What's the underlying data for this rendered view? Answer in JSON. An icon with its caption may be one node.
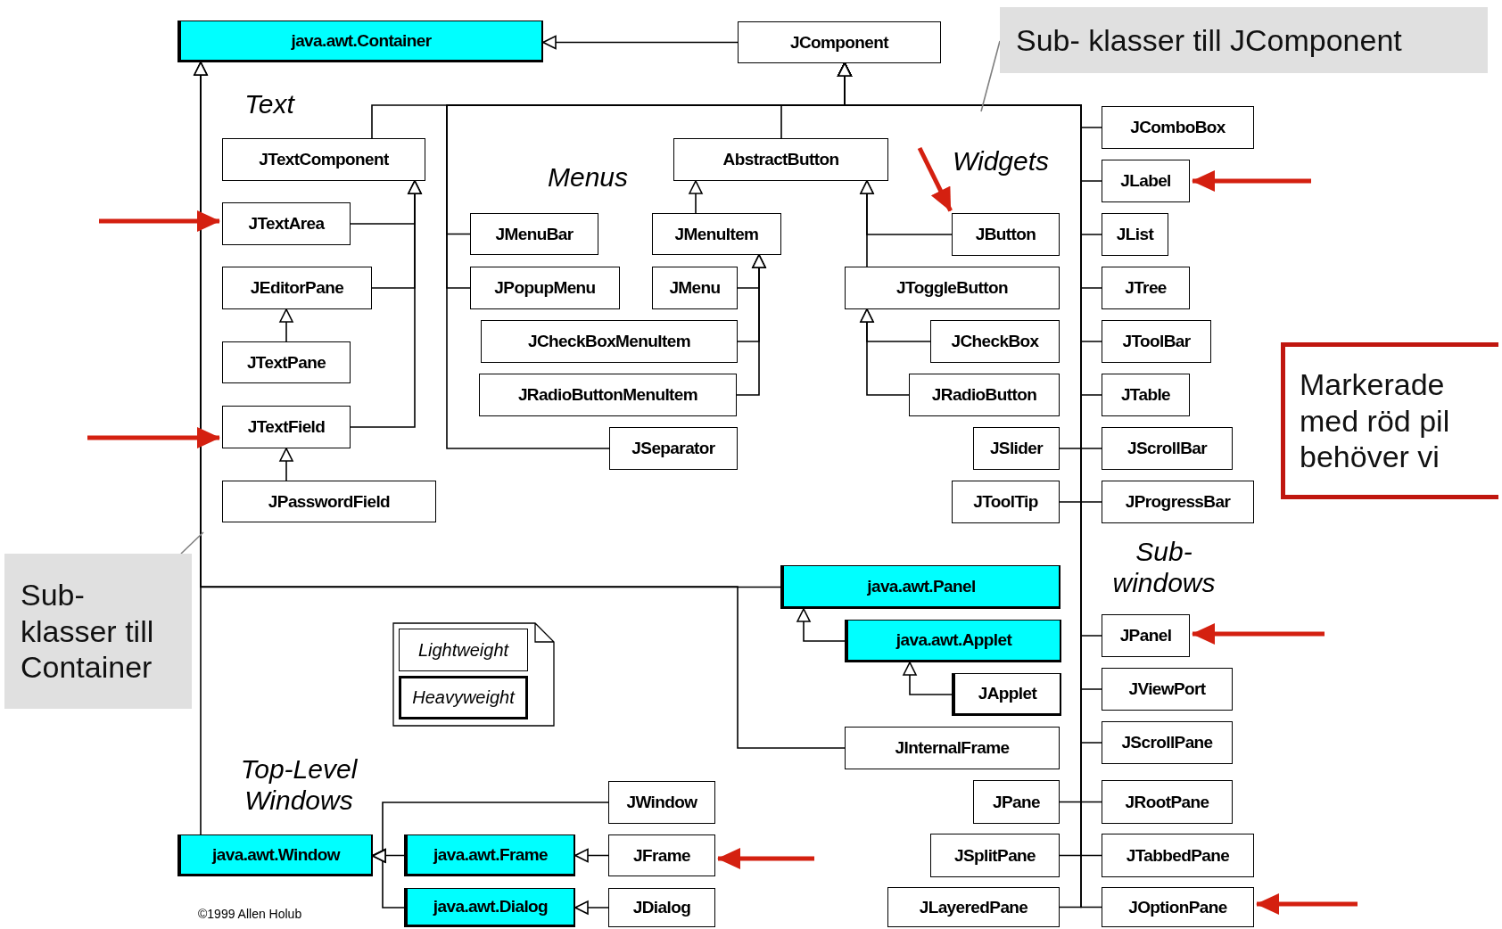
{
  "diagram": {
    "nodes": [
      {
        "text": [
          "java.awt.Container"
        ]
      },
      {
        "text": [
          "JComponent"
        ]
      },
      {
        "text": [
          "Sub- klasser till JComponent"
        ]
      },
      {
        "text": [
          "JTextComponent"
        ]
      },
      {
        "text": [
          "JTextArea"
        ]
      },
      {
        "text": [
          "JEditorPane"
        ]
      },
      {
        "text": [
          "JTextPane"
        ]
      },
      {
        "text": [
          "JTextField"
        ]
      },
      {
        "text": [
          "JPasswordField"
        ]
      },
      {
        "text": [
          "JMenuBar"
        ]
      },
      {
        "text": [
          "JPopupMenu"
        ]
      },
      {
        "text": [
          "JCheckBoxMenuItem"
        ]
      },
      {
        "text": [
          "JRadioButtonMenuItem"
        ]
      },
      {
        "text": [
          "JSeparator"
        ]
      },
      {
        "text": [
          "AbstractButton"
        ]
      },
      {
        "text": [
          "JMenuItem"
        ]
      },
      {
        "text": [
          "JMenu"
        ]
      },
      {
        "text": [
          "JButton"
        ]
      },
      {
        "text": [
          "JToggleButton"
        ]
      },
      {
        "text": [
          "JCheckBox"
        ]
      },
      {
        "text": [
          "JRadioButton"
        ]
      },
      {
        "text": [
          "JSlider"
        ]
      },
      {
        "text": [
          "JToolTip"
        ]
      },
      {
        "text": [
          "JComboBox"
        ]
      },
      {
        "text": [
          "JLabel"
        ]
      },
      {
        "text": [
          "JList"
        ]
      },
      {
        "text": [
          "JTree"
        ]
      },
      {
        "text": [
          "JToolBar"
        ]
      },
      {
        "text": [
          "JTable"
        ]
      },
      {
        "text": [
          "JScrollBar"
        ]
      },
      {
        "text": [
          "JProgressBar"
        ]
      },
      {
        "text": [
          "Markerade med röd pil behöver vi"
        ]
      },
      {
        "text": [
          "Sub- klasser till Container"
        ]
      },
      {
        "text": [
          "java.awt.Panel"
        ]
      },
      {
        "text": [
          "java.awt.Applet"
        ]
      },
      {
        "text": [
          "JApplet"
        ]
      },
      {
        "text": [
          "JInternalFrame"
        ]
      },
      {
        "text": [
          "JPanel"
        ]
      },
      {
        "text": [
          "JViewPort"
        ]
      },
      {
        "text": [
          "JScrollPane"
        ]
      },
      {
        "text": [
          "JPane"
        ]
      },
      {
        "text": [
          "JRootPane"
        ]
      },
      {
        "text": [
          "JSplitPane"
        ]
      },
      {
        "text": [
          "JTabbedPane"
        ]
      },
      {
        "text": [
          "JLayeredPane"
        ]
      },
      {
        "text": [
          "JOptionPane"
        ]
      },
      {
        "text": [
          "java.awt.Window"
        ]
      },
      {
        "text": [
          "java.awt.Frame"
        ]
      },
      {
        "text": [
          "java.awt.Dialog"
        ]
      },
      {
        "text": [
          "JWindow"
        ]
      },
      {
        "text": [
          "JFrame"
        ]
      },
      {
        "text": [
          "JDialog"
        ]
      }
    ],
    "edges": [
      {
        "from": 1,
        "to": 0,
        "arrow": "to"
      },
      {
        "from": 3,
        "to": 1,
        "arrow": "to"
      },
      {
        "from": 9,
        "to": 1,
        "arrow": "to"
      },
      {
        "from": 10,
        "to": 1,
        "arrow": "to"
      },
      {
        "from": 13,
        "to": 1,
        "arrow": "to"
      },
      {
        "from": 14,
        "to": 1,
        "arrow": "to"
      },
      {
        "from": 21,
        "to": 1,
        "arrow": "to"
      },
      {
        "from": 22,
        "to": 1,
        "arrow": "to"
      },
      {
        "from": 23,
        "to": 1,
        "arrow": "to"
      },
      {
        "from": 24,
        "to": 1,
        "arrow": "to"
      },
      {
        "from": 25,
        "to": 1,
        "arrow": "to"
      },
      {
        "from": 26,
        "to": 1,
        "arrow": "to"
      },
      {
        "from": 27,
        "to": 1,
        "arrow": "to"
      },
      {
        "from": 28,
        "to": 1,
        "arrow": "to"
      },
      {
        "from": 29,
        "to": 1,
        "arrow": "to"
      },
      {
        "from": 30,
        "to": 1,
        "arrow": "to"
      },
      {
        "from": 37,
        "to": 1,
        "arrow": "to"
      },
      {
        "from": 38,
        "to": 1,
        "arrow": "to"
      },
      {
        "from": 39,
        "to": 1,
        "arrow": "to"
      },
      {
        "from": 40,
        "to": 1,
        "arrow": "to"
      },
      {
        "from": 41,
        "to": 1,
        "arrow": "to"
      },
      {
        "from": 42,
        "to": 1,
        "arrow": "to"
      },
      {
        "from": 43,
        "to": 1,
        "arrow": "to"
      },
      {
        "from": 44,
        "to": 1,
        "arrow": "to"
      },
      {
        "from": 45,
        "to": 1,
        "arrow": "to"
      },
      {
        "from": 4,
        "to": 3,
        "arrow": "to"
      },
      {
        "from": 5,
        "to": 3,
        "arrow": "to"
      },
      {
        "from": 7,
        "to": 3,
        "arrow": "to"
      },
      {
        "from": 6,
        "to": 5,
        "arrow": "to"
      },
      {
        "from": 8,
        "to": 7,
        "arrow": "to"
      },
      {
        "from": 15,
        "to": 14,
        "arrow": "to"
      },
      {
        "from": 17,
        "to": 14,
        "arrow": "to"
      },
      {
        "from": 18,
        "to": 14,
        "arrow": "to"
      },
      {
        "from": 16,
        "to": 15,
        "arrow": "to"
      },
      {
        "from": 11,
        "to": 15,
        "arrow": "to"
      },
      {
        "from": 12,
        "to": 15,
        "arrow": "to"
      },
      {
        "from": 19,
        "to": 18,
        "arrow": "to"
      },
      {
        "from": 20,
        "to": 18,
        "arrow": "to"
      },
      {
        "from": 33,
        "to": 0,
        "arrow": "to"
      },
      {
        "from": 36,
        "to": 0,
        "arrow": "to"
      },
      {
        "from": 46,
        "to": 0,
        "arrow": "to"
      },
      {
        "from": 34,
        "to": 33,
        "arrow": "to"
      },
      {
        "from": 35,
        "to": 34,
        "arrow": "to"
      },
      {
        "from": 47,
        "to": 46,
        "arrow": "to"
      },
      {
        "from": 48,
        "to": 46,
        "arrow": "to"
      },
      {
        "from": 49,
        "to": 46,
        "arrow": "to"
      },
      {
        "from": 50,
        "to": 47,
        "arrow": "to"
      },
      {
        "from": 51,
        "to": 48,
        "arrow": "to"
      },
      {
        "from": 2,
        "to": null,
        "arrow": "none",
        "color": "#808080"
      },
      {
        "from": 32,
        "to": null,
        "arrow": "none",
        "color": "#808080"
      },
      {
        "from": null,
        "to": 4,
        "arrow": "to",
        "style": "thick",
        "color": "#d42010"
      },
      {
        "from": null,
        "to": 7,
        "arrow": "to",
        "style": "thick",
        "color": "#d42010"
      },
      {
        "from": null,
        "to": 17,
        "arrow": "to",
        "style": "thick",
        "color": "#d42010"
      },
      {
        "from": null,
        "to": 24,
        "arrow": "to",
        "style": "thick",
        "color": "#d42010"
      },
      {
        "from": null,
        "to": 37,
        "arrow": "to",
        "style": "thick",
        "color": "#d42010"
      },
      {
        "from": null,
        "to": 45,
        "arrow": "to",
        "style": "thick",
        "color": "#d42010"
      },
      {
        "from": null,
        "to": 50,
        "arrow": "to",
        "style": "thick",
        "color": "#d42010"
      }
    ],
    "labels": [
      "Text",
      "Menus",
      "Widgets",
      "Sub- windows",
      "Top-Level Windows",
      "©1999 Allen Holub"
    ],
    "legend": [
      {
        "text": "Lightweight"
      },
      {
        "text": "Heavyweight"
      }
    ]
  }
}
